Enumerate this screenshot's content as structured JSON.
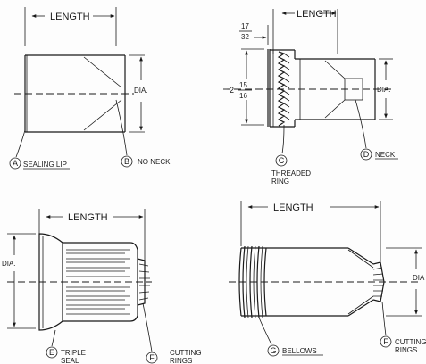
{
  "figure": {
    "top_left": {
      "dimension_length": "LENGTH",
      "dimension_dia": "DIA.",
      "callout_a": {
        "letter": "A",
        "text": "SEALING LIP"
      },
      "callout_b": {
        "letter": "B",
        "text": "NO NECK"
      }
    },
    "top_right": {
      "dimension_length": "LENGTH",
      "dimension_dia": "DIA.",
      "fraction_small": {
        "numerator": "17",
        "denominator": "32"
      },
      "fraction_large": {
        "whole": "2",
        "numerator": "15",
        "denominator": "16"
      },
      "callout_c": {
        "letter": "C",
        "text_line1": "THREADED",
        "text_line2": "RING"
      },
      "callout_d": {
        "letter": "D",
        "text": "NECK"
      }
    },
    "bottom_left": {
      "dimension_length": "LENGTH",
      "dimension_dia": "DIA.",
      "callout_e": {
        "letter": "E",
        "text_line1": "TRIPLE",
        "text_line2": "SEAL"
      },
      "callout_f": {
        "letter": "F",
        "text_line1": "CUTTING",
        "text_line2": "RINGS"
      }
    },
    "bottom_right": {
      "dimension_length": "LENGTH",
      "dimension_dia": "DIA",
      "callout_g": {
        "letter": "G",
        "text": "BELLOWS"
      },
      "callout_f": {
        "letter": "F",
        "text_line1": "CUTTING",
        "text_line2": "RINGS"
      }
    }
  }
}
